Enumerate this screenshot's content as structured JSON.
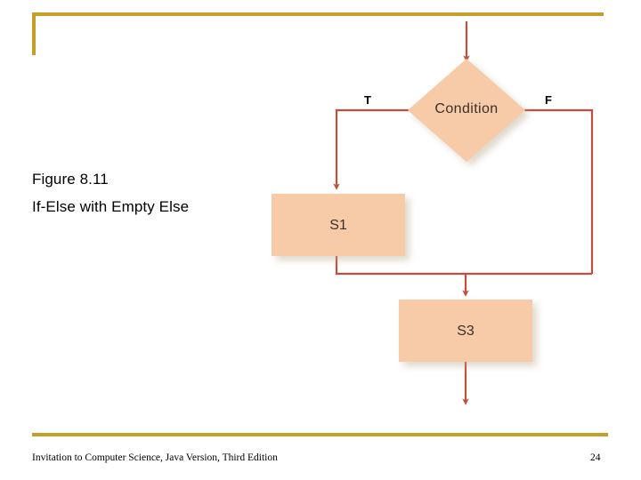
{
  "slide": {
    "title_lines": [
      "Figure 8.11",
      "If-Else with Empty Else"
    ],
    "footer": {
      "source": "Invitation to Computer Science, Java Version, Third Edition",
      "page_number": "24"
    },
    "colors": {
      "gold_rule": "#c4a028",
      "shape_fill": "#f7cba8",
      "connector": "#c0503c",
      "label_text": "#3b2f2a",
      "background": "#ffffff"
    }
  },
  "flowchart": {
    "type": "flowchart",
    "nodes": [
      {
        "id": "condition",
        "shape": "diamond",
        "label": "Condition"
      },
      {
        "id": "s1",
        "shape": "rectangle",
        "label": "S1"
      },
      {
        "id": "s3",
        "shape": "rectangle",
        "label": "S3"
      }
    ],
    "branch_labels": {
      "true": "T",
      "false": "F"
    },
    "edges": [
      {
        "from": "entry",
        "to": "condition",
        "label": ""
      },
      {
        "from": "condition",
        "to": "s1",
        "label": "T"
      },
      {
        "from": "condition",
        "to": "merge",
        "label": "F"
      },
      {
        "from": "s1",
        "to": "merge",
        "label": ""
      },
      {
        "from": "merge",
        "to": "s3",
        "label": ""
      },
      {
        "from": "s3",
        "to": "exit",
        "label": ""
      }
    ]
  }
}
